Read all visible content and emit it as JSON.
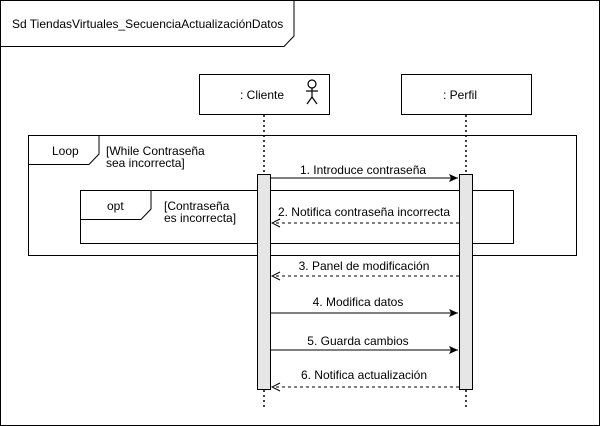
{
  "frame": {
    "title": "Sd TiendasVirtuales_SecuenciaActualizaciónDatos"
  },
  "lifelines": {
    "cliente": {
      "label": ": Cliente",
      "icon": "actor-stick-figure-icon"
    },
    "perfil": {
      "label": ": Perfil"
    }
  },
  "fragments": {
    "loop": {
      "keyword": "Loop",
      "guard_line1": "[While  Contraseña",
      "guard_line2": "sea incorrecta]"
    },
    "opt": {
      "keyword": "opt",
      "guard_line1": "[Contraseña",
      "guard_line2": "es incorrecta]"
    }
  },
  "messages": [
    {
      "label": "1. Introduce contraseña",
      "direction": "Cliente → Perfil",
      "style": "solid"
    },
    {
      "label": "2. Notifica contraseña incorrecta",
      "direction": "Perfil → Cliente",
      "style": "dashed"
    },
    {
      "label": "3. Panel de modificación",
      "direction": "Perfil → Cliente",
      "style": "dashed"
    },
    {
      "label": "4. Modifica datos",
      "direction": "Cliente → Perfil",
      "style": "solid"
    },
    {
      "label": "5. Guarda cambios",
      "direction": "Cliente → Perfil",
      "style": "solid"
    },
    {
      "label": "6. Notifica actualización",
      "direction": "Perfil → Cliente",
      "style": "dashed"
    }
  ],
  "colors": {
    "line": "#000000",
    "activation_fill": "#e6e6e6",
    "background": "#ffffff"
  }
}
